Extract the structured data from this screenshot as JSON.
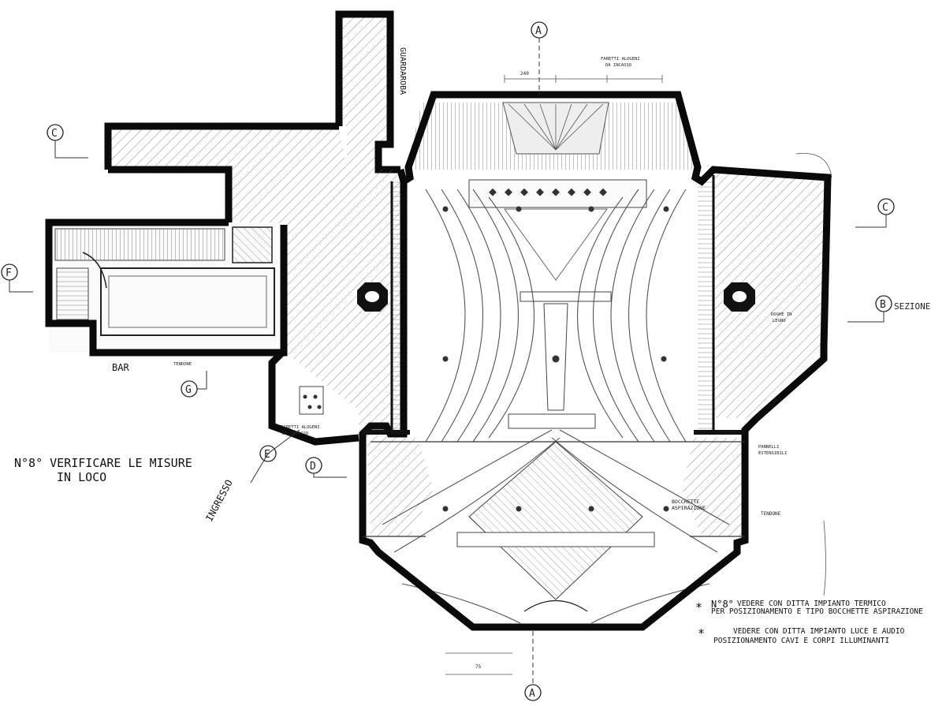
{
  "section_markers": {
    "a_top": "A",
    "a_bottom": "A",
    "c_left": "C",
    "c_right": "C",
    "f_left": "F",
    "g_left": "G",
    "b_right": "B",
    "b_label": "SEZIONE",
    "d_left": "D",
    "e_diag": "E"
  },
  "room_labels": {
    "guardaroba": "GUARDAROBA",
    "bar": "BAR",
    "ingresso": "INGRESSO"
  },
  "notes": {
    "main_note_line1": "N°8° VERIFICARE LE MISURE",
    "main_note_line2": "IN LOCO",
    "note_thermal_prefix": "N°8°",
    "note_thermal_line1": "VEDERE CON DITTA IMPIANTO TERMICO",
    "note_thermal_line2": "PER POSIZIONAMENTO E TIPO BOCCHETTE ASPIRAZIONE",
    "note_audio_line1": "VEDERE CON DITTA IMPIANTO LUCE E AUDIO",
    "note_audio_line2": "POSIZIONAMENTO CAVI E CORPI ILLUMINANTI"
  },
  "small_annotations": {
    "faretti_top": "FARETTI ALOGENI",
    "faretti_top2": "DA INCASSO",
    "top_dim": "240",
    "bocchette": "BOCCHETTE",
    "bocchette2": "ASPIRAZIONE",
    "tendone_right": "TENDONE",
    "tendone_left": "TENDONE",
    "faretti_alogeni_left": "FARETTI ALOGENI",
    "faretti_alogeni_left2": "DA INCASSO",
    "pannelli": "PANNELLI",
    "pannelli2": "ESTENSIBILI",
    "doghe": "DOGHE IN",
    "doghe2": "LEGNO",
    "bottom_dim": "75"
  }
}
